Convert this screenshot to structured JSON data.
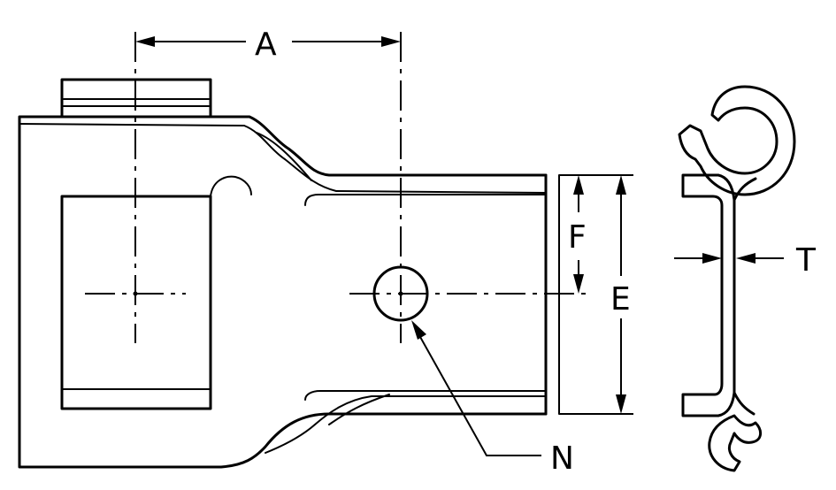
{
  "labels": {
    "a": "A",
    "e": "E",
    "f": "F",
    "n": "N",
    "t": "T"
  }
}
